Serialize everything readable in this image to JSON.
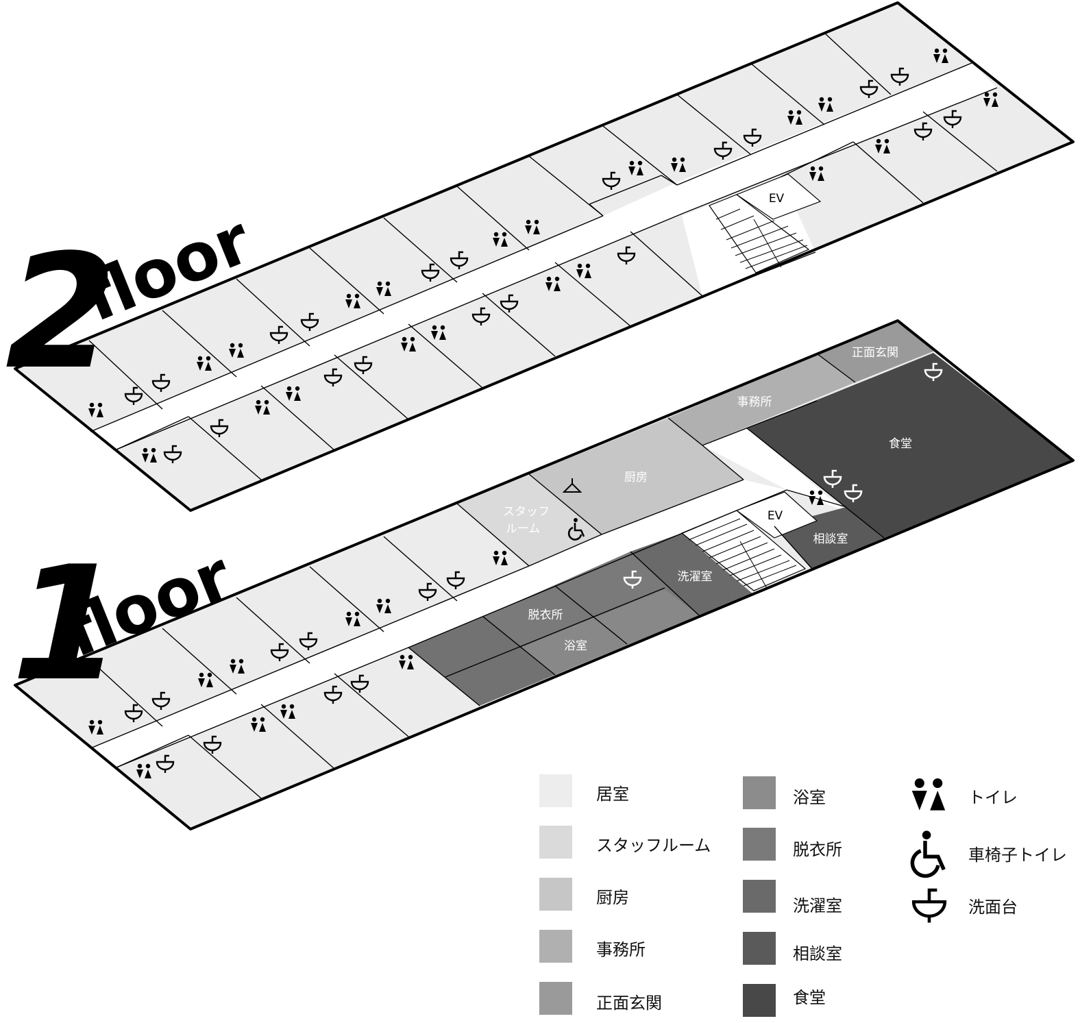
{
  "floors": {
    "floor2": {
      "number": "2",
      "word": "floor",
      "ev_label": "EV"
    },
    "floor1": {
      "number": "1",
      "word": "floor",
      "ev_label": "EV",
      "rooms": {
        "entrance": "正面玄関",
        "office": "事務所",
        "dining": "食堂",
        "kitchen": "厨房",
        "staff_line1": "スタッフ",
        "staff_line2": "ルーム",
        "consultation": "相談室",
        "laundry": "洗濯室",
        "dressing": "脱衣所",
        "bath": "浴室"
      }
    }
  },
  "legend": {
    "rooms": [
      {
        "label": "居室",
        "color": "#ededed"
      },
      {
        "label": "スタッフルーム",
        "color": "#dadada"
      },
      {
        "label": "厨房",
        "color": "#c6c6c6"
      },
      {
        "label": "事務所",
        "color": "#b0b0b0"
      },
      {
        "label": "正面玄関",
        "color": "#9a9a9a"
      },
      {
        "label": "浴室",
        "color": "#8c8c8c"
      },
      {
        "label": "脱衣所",
        "color": "#7a7a7a"
      },
      {
        "label": "洗濯室",
        "color": "#6a6a6a"
      },
      {
        "label": "相談室",
        "color": "#5a5a5a"
      },
      {
        "label": "食堂",
        "color": "#484848"
      }
    ],
    "icons": [
      {
        "label": "トイレ",
        "icon": "toilet-icon"
      },
      {
        "label": "車椅子トイレ",
        "icon": "wheelchair-toilet-icon"
      },
      {
        "label": "洗面台",
        "icon": "washbasin-icon"
      }
    ]
  }
}
